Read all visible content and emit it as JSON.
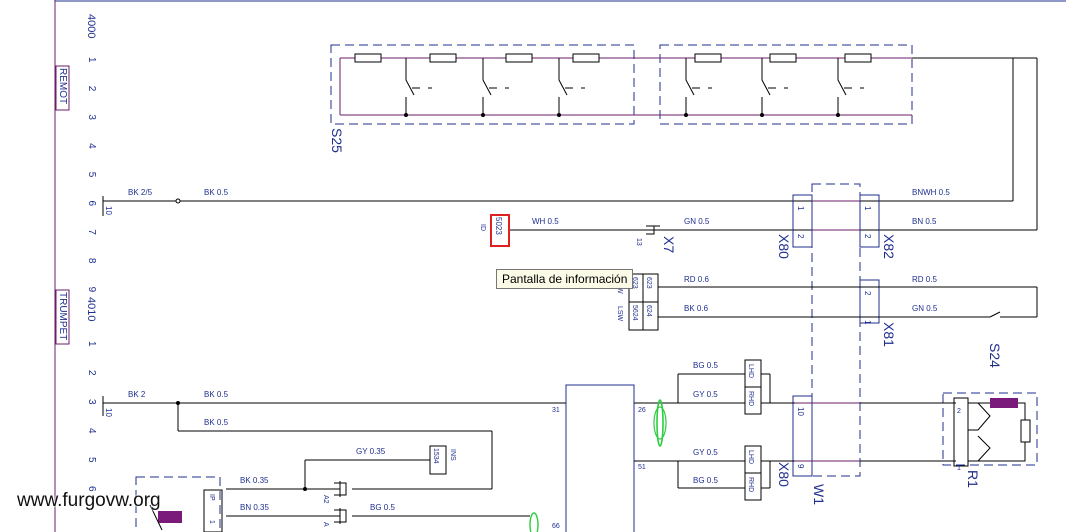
{
  "side_index": {
    "top_number": "4000",
    "bottom_number": "4010",
    "rows_top": [
      "1",
      "2",
      "3",
      "4",
      "5",
      "6",
      "7",
      "8",
      "9"
    ],
    "rows_bottom": [
      "1",
      "2",
      "3",
      "4",
      "5",
      "6"
    ],
    "tab_top": "REMOT",
    "tab_bottom": "TRUMPET"
  },
  "components": {
    "s25": "S25",
    "x7": "X7",
    "x7_pin": "13",
    "x80": "X80",
    "x80_bottom": "X80",
    "x82": "X82",
    "x81": "X81",
    "s24": "S24",
    "r1": "R1",
    "w1": "W1",
    "id_box": "5023",
    "id_tag": "ID",
    "ins_box": "1534",
    "ins_tag": "INS"
  },
  "wires": {
    "bk25": "BK 2/5",
    "bk05_a": "BK 0.5",
    "wh05": "WH 0.5",
    "gn05": "GN 0.5",
    "bnwh05": "BNWH 0.5",
    "bn05": "BN 0.5",
    "rd06_a": "RD 0.6",
    "bk06": "BK 0.6",
    "rd05": "RD 0.5",
    "gn05_b": "GN 0.5",
    "bk2": "BK 2",
    "bk05_b": "BK 0.5",
    "bk05_c": "BK 0.5",
    "gy035": "GY 0.35",
    "bk035": "BK 0.35",
    "bn035": "BN 0.35",
    "bg05": "BG 0.5",
    "bg05_a": "BG 0.5",
    "gy05_a": "GY 0.5",
    "gy05_b": "GY 0.5",
    "bg05_b": "BG 0.5"
  },
  "pins": {
    "p10a": "10",
    "p10b": "10",
    "p1a": "1",
    "p2a": "2",
    "p1b": "1",
    "p2b": "2",
    "p2c": "2",
    "p1c": "1",
    "p31": "31",
    "p26": "26",
    "p51": "51",
    "p66": "66",
    "p10c": "10",
    "p9": "9",
    "pr1_2": "2",
    "pr1_1": "1",
    "pA2": "A2",
    "pA": "A",
    "pIP": "IP",
    "p1d": "1"
  },
  "connector_box": {
    "r1": [
      "623",
      "623"
    ],
    "r2": [
      "5624",
      "624"
    ],
    "tag1": "W",
    "tag2": "LSW"
  },
  "lhd_rhd": {
    "lhd": "LHD",
    "rhd": "RHD"
  },
  "tooltip": "Pantalla de información",
  "watermark": "www.furgovw.org",
  "colors": {
    "wire": "#000000",
    "label": "#1f2f8f",
    "purple_wire": "#6b1d6b",
    "highlight": "#e02020",
    "fuse": "#7a1a7a",
    "ferrite": "#2ecc40"
  }
}
